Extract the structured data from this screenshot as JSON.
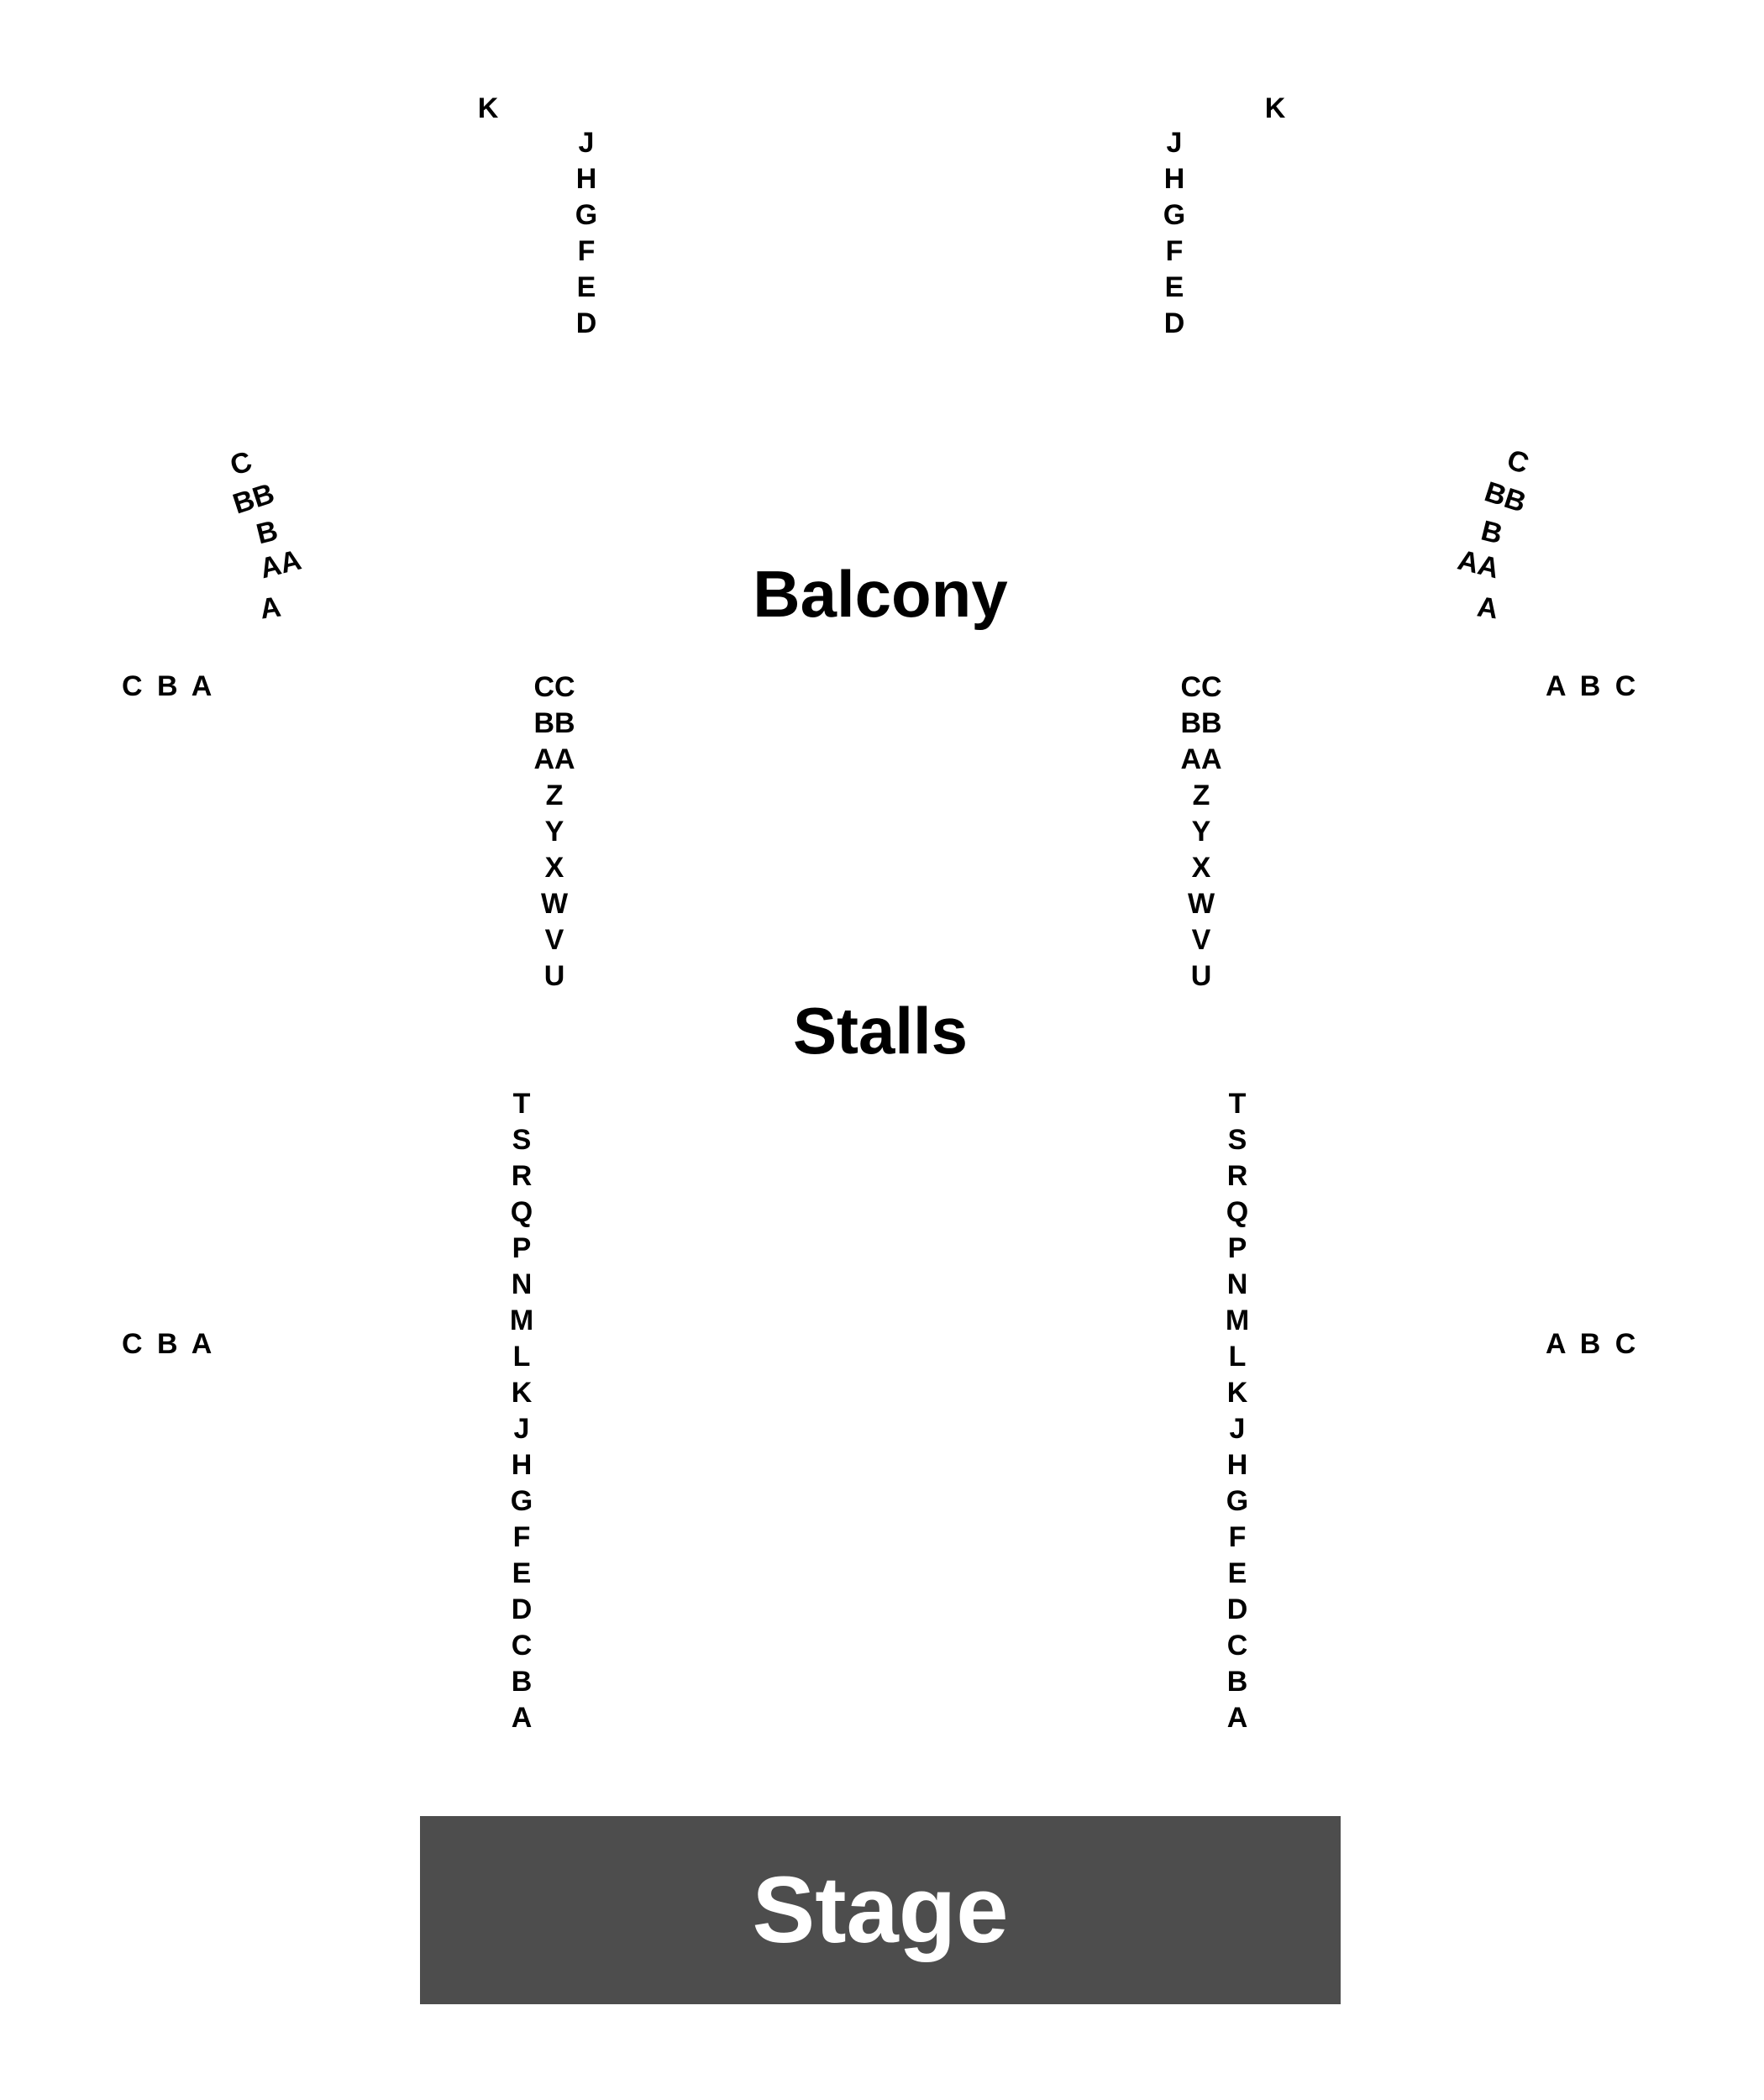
{
  "sections": {
    "balcony": "Balcony",
    "stalls": "Stalls",
    "stage": "Stage"
  },
  "colors": {
    "stage_fill": "#4d4d4d",
    "stage_text": "#ffffff",
    "text": "#000000",
    "background": "#ffffff"
  },
  "balcony_upper": {
    "left_k": "K",
    "right_k": "K",
    "rows": [
      "J",
      "H",
      "G",
      "F",
      "E",
      "D"
    ]
  },
  "balcony_side_curve": {
    "rows": [
      "C",
      "BB",
      "B",
      "AA",
      "A"
    ]
  },
  "balcony_boxes": {
    "left": "C B A",
    "right": "A B C"
  },
  "balcony_aisle_rows": [
    "CC",
    "BB",
    "AA",
    "Z",
    "Y",
    "X",
    "W",
    "V",
    "U"
  ],
  "stalls_aisle_rows": [
    "T",
    "S",
    "R",
    "Q",
    "P",
    "N",
    "M",
    "L",
    "K",
    "J",
    "H",
    "G",
    "F",
    "E",
    "D",
    "C",
    "B",
    "A"
  ],
  "stalls_boxes": {
    "left": "C B A",
    "right": "A B C"
  }
}
